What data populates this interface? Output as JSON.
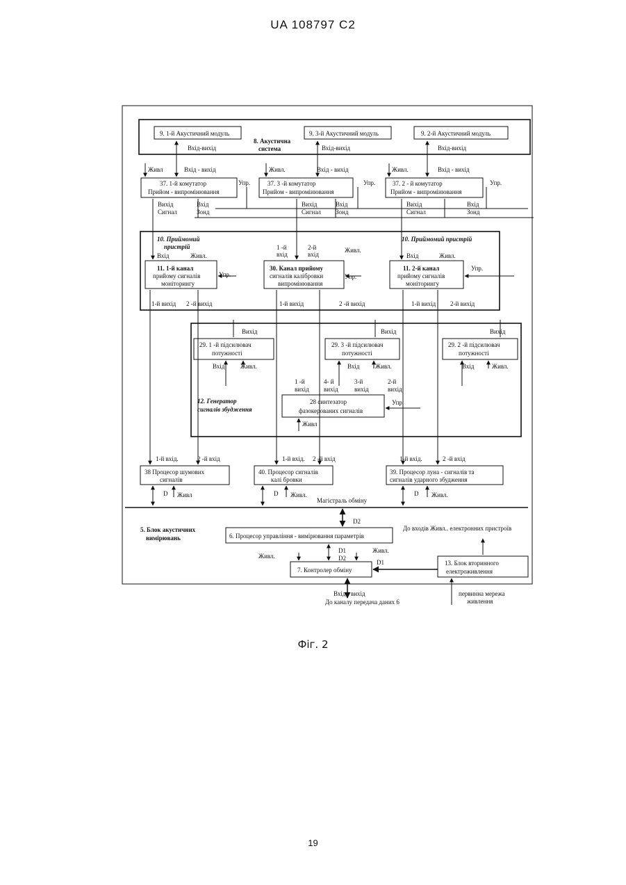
{
  "header": {
    "patent_id": "UA   108797   C2"
  },
  "figure": {
    "caption": "Фіг. 2",
    "blocks": {
      "acoustic_module_1": "9. 1-й Акустичний модуль",
      "acoustic_module_3": "9. 3-й Акустичний модуль",
      "acoustic_module_2": "9. 2-й Акустичний модуль",
      "acoustic_system_l1": "8. Акустична",
      "acoustic_system_l2": "система",
      "switch_1_l1": "37. 1-й комутатор",
      "switch_1_l2": "Прийом - випромінювання",
      "switch_3_l1": "37. 3 -й комутатор",
      "switch_3_l2": "Прийом - випромінювання",
      "switch_2_l1": "37.    2 - й комутатор",
      "switch_2_l2": "Прийом - випромінювання",
      "receiver_1_l1": "10. Приймомий",
      "receiver_1_l2": "пристрій",
      "receiver_2": "10. Приймомий пристрій",
      "chan1_l1": "11. 1-й канал",
      "chan1_l2": "прийому сигналів",
      "chan1_l3": "моніторингу",
      "chan30_l1": "30. Канал прийому",
      "chan30_l2": "сигналів калібровки",
      "chan30_l3": "випромінювання",
      "chan2_l1": "11. 2-й канал",
      "chan2_l2": "прийому сигналів",
      "chan2_l3": "моніторингу",
      "amp1_l1": "29. 1 -й підсилювач",
      "amp1_l2": "потужності",
      "amp3_l1": "29. 3 -й підсилювач",
      "amp3_l2": "потужності",
      "amp2_l1": "29. 2 -й підсилювач",
      "amp2_l2": "потужності",
      "gen_l1": "12. Генератор",
      "gen_l2": "сигналів збудження",
      "synth_l1": "28  синтезатор",
      "synth_l2": "фазокерованих  сигналів",
      "proc38_l1": "38 Процесор шумових",
      "proc38_l2": "сигналів",
      "proc40_l1": "40. Процесор сигналів",
      "proc40_l2": "калі бровки",
      "proc39_l1": "39. Процесор луна - сигналів та",
      "proc39_l2": "сигналів ударного збудження",
      "bus": "Магістраль обміну",
      "meas_l1": "5. Блок акустичних",
      "meas_l2": "вимірювань",
      "proc6": "6. Процесор управління - вимірювання параметрів",
      "ctrl7": "7. Контролер обміну",
      "psu13_l1": "13. Блок вторинного",
      "psu13_l2": "електроживлення"
    },
    "labels": {
      "io": "Вхід-вихід",
      "io_sp": "Вхід - вихід",
      "power": "Живл",
      "power_dot": "Живл.",
      "power_full": "Живл.",
      "control": "Упр.",
      "out": "Вихід",
      "signal": "Сигнал",
      "in": "Вхід",
      "probe": "Зонд",
      "out1": "1-й вихід",
      "out2": "2 -й вихід",
      "out1b": "1-й вихід",
      "out2b": "2 -й вихід",
      "out2c": "2-й вихід",
      "in1": "1 -й",
      "in2": "2-й",
      "vkhid": "вхід",
      "vykhid": "вихід",
      "o1": "1 -й",
      "o4": "4- й",
      "o3": "3-й",
      "o2": "2-й",
      "in1_dot": "1-й вхід.",
      "in2_sp": "2 -й вхід",
      "D": "D",
      "D1": "D1",
      "D2": "D2",
      "to_power": "До входів Живл.. електронних пристроїв",
      "ext_io": "Вхід - вихід",
      "ext_channel": "До каналу передача даних 6",
      "mains_l1": "первинна мережа",
      "mains_l2": "живлення"
    }
  },
  "page": {
    "number": "19"
  }
}
